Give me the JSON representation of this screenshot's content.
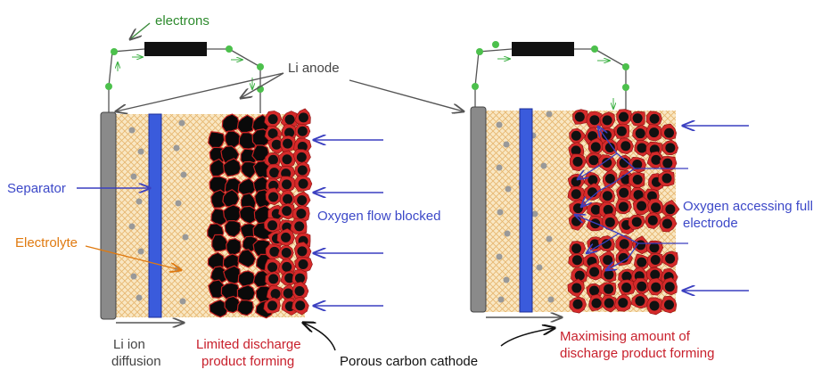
{
  "labels": {
    "electrons": "electrons",
    "li_anode": "Li anode",
    "separator": "Separator",
    "electrolyte": "Electrolyte",
    "oxygen_blocked": "Oxygen flow blocked",
    "oxygen_full_line1": "Oxygen accessing full",
    "oxygen_full_line2": "electrode",
    "li_ion_line1": "Li ion",
    "li_ion_line2": "diffusion",
    "limited_line1": "Limited discharge",
    "limited_line2": "product forming",
    "porous_cathode": "Porous carbon cathode",
    "maximising_line1": "Maximising amount of",
    "maximising_line2": "discharge product forming"
  },
  "colors": {
    "blue_text": "#3c48c8",
    "orange_text": "#e07a10",
    "red_text": "#c8202c",
    "green_text": "#2e8b2e",
    "gray_text": "#444444",
    "anode": "#8a8a8a",
    "separator": "#3a5bdc",
    "electrolyte": "#f7e2b8",
    "particle_red": "#d42a2a",
    "arrow_blue": "#3a3fc0",
    "wire_green": "#3cb043"
  }
}
